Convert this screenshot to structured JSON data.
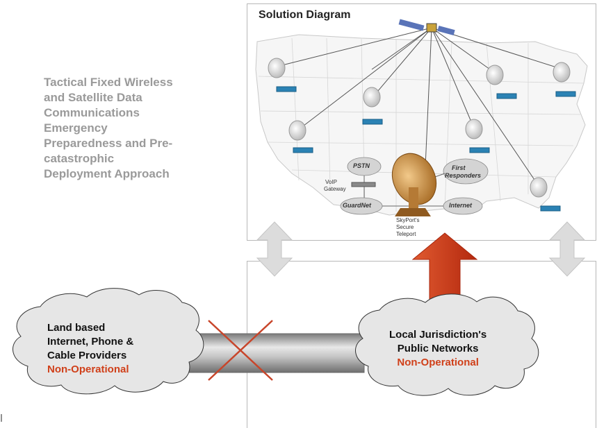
{
  "left_title": {
    "lines": [
      "Tactical Fixed Wireless",
      "and Satellite Data",
      "Communications",
      "Emergency",
      "Preparedness and Pre-",
      "catastrophic",
      "Deployment Approach"
    ]
  },
  "solution_diagram": {
    "title": "Solution Diagram",
    "nodes": {
      "pstn": "PSTN",
      "first_responders_1": "First",
      "first_responders_2": "Responders",
      "voip_1": "VoIP",
      "voip_2": "Gateway",
      "guardnet": "GuardNet",
      "internet": "Internet",
      "skyport_1": "SkyPort's",
      "skyport_2": "Secure",
      "skyport_3": "Teleport"
    }
  },
  "left_cloud": {
    "line1": "Land based",
    "line2": "Internet, Phone &",
    "line3": "Cable Providers",
    "status": "Non-Operational"
  },
  "right_cloud": {
    "line1": "Local Jurisdiction's",
    "line2": "Public Networks",
    "status": "Non-Operational"
  },
  "colors": {
    "title_gray": "#9a9a9a",
    "status_red": "#d0401a",
    "arrow_red": "#c8361a",
    "pipe_gray": "#a8a8a8",
    "cloud_fill": "#e6e6e6"
  }
}
